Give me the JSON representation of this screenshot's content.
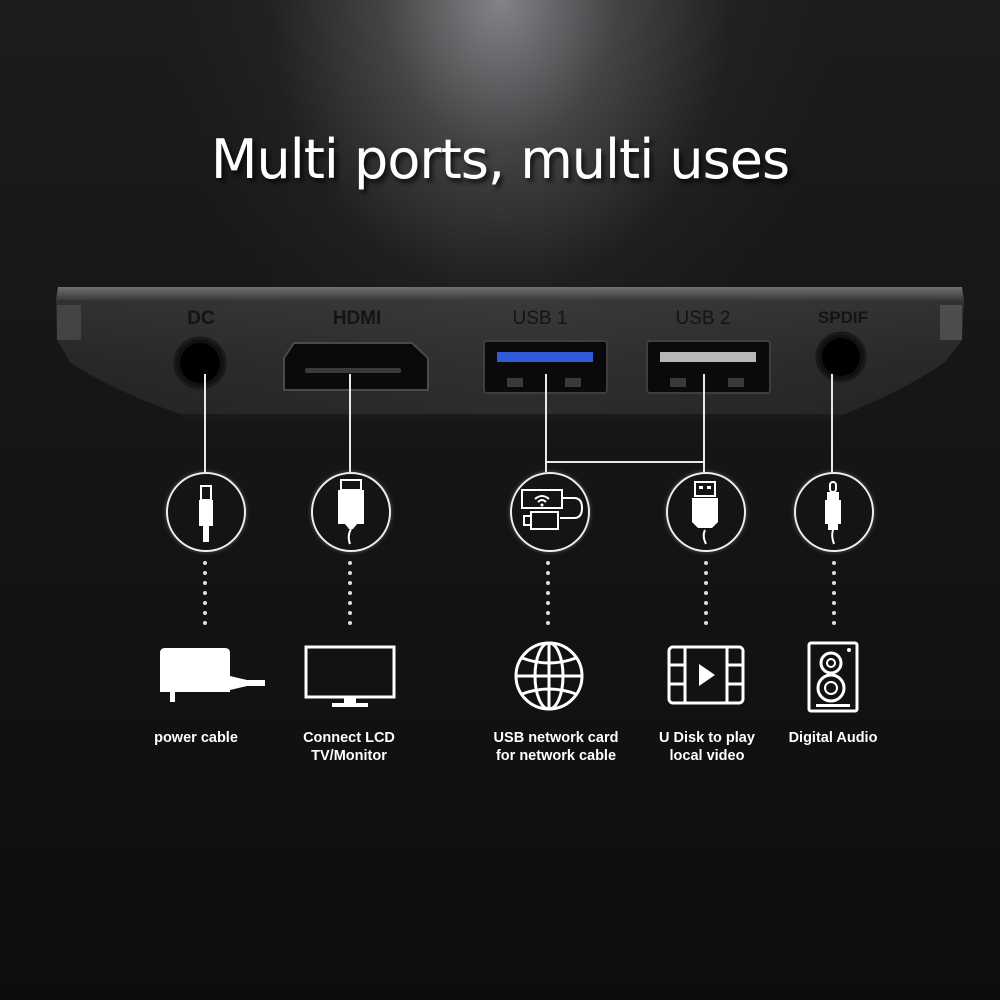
{
  "title": "Multi ports, multi uses",
  "colors": {
    "background": "#0e0e0e",
    "spotlight": "#96969b",
    "device_body": "#2a2a2a",
    "usb1_accent": "#2f5ad8",
    "usb2_accent": "#b8b8b8",
    "line": "#e8e8e8"
  },
  "ports": [
    {
      "id": "dc",
      "label": "DC",
      "icon": "dc-jack-icon",
      "use_icon": "power-adapter-icon",
      "caption": "power cable"
    },
    {
      "id": "hdmi",
      "label": "HDMI",
      "icon": "hdmi-plug-icon",
      "use_icon": "monitor-icon",
      "caption": "Connect LCD\nTV/Monitor"
    },
    {
      "id": "usb1",
      "label": "USB 1",
      "icon": "usb-wifi-dongle-icon",
      "use_icon": "globe-icon",
      "caption": "USB network card\nfor network cable"
    },
    {
      "id": "usb2",
      "label": "USB 2",
      "icon": "usb-plug-icon",
      "use_icon": "video-play-icon",
      "caption": "U Disk to play\nlocal video"
    },
    {
      "id": "spdif",
      "label": "SPDIF",
      "icon": "rca-plug-icon",
      "use_icon": "speaker-icon",
      "caption": "Digital Audio"
    }
  ]
}
